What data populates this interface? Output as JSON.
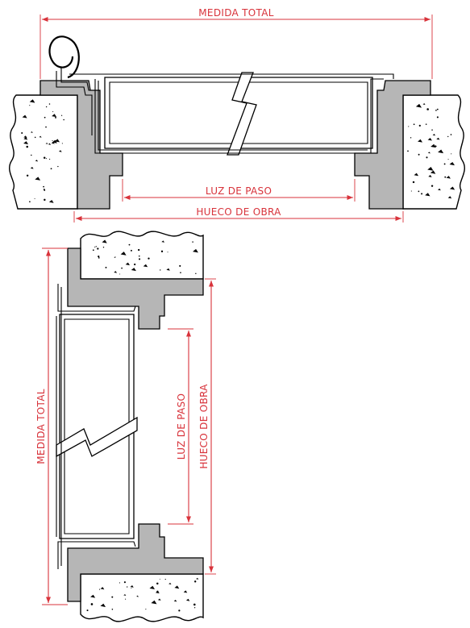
{
  "labels": {
    "top_medida_total": "MEDIDA TOTAL",
    "top_luz_de_paso": "LUZ DE PASO",
    "top_hueco_de_obra": "HUECO DE OBRA",
    "side_medida_total": "MEDIDA TOTAL",
    "side_luz_de_paso": "LUZ DE PASO",
    "side_hueco_de_obra": "HUECO DE OBRA"
  },
  "colors": {
    "dimension": "#d8333b",
    "frame": "#b6b6b6",
    "outline": "#000000"
  }
}
